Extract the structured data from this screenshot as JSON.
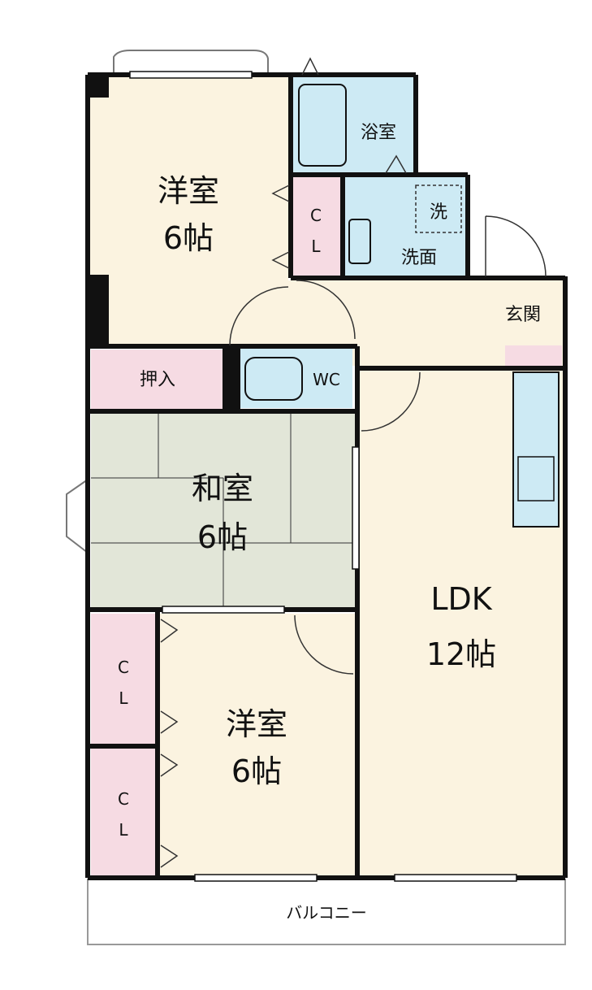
{
  "colors": {
    "western_room": "#fbf3e0",
    "japanese_room": "#e2e6d8",
    "closet": "#f6dbe3",
    "wet_area": "#cdeaf4",
    "hall": "#fbf3e0",
    "wall": "#111111"
  },
  "rooms": {
    "western_top": {
      "name": "洋室",
      "size": "6帖"
    },
    "japanese": {
      "name": "和室",
      "size": "6帖"
    },
    "western_bottom": {
      "name": "洋室",
      "size": "6帖"
    },
    "ldk": {
      "name": "LDK",
      "size": "12帖"
    }
  },
  "labels": {
    "bath": "浴室",
    "washer": "洗",
    "washroom": "洗面",
    "entrance": "玄関",
    "oshiire": "押入",
    "wc": "WC",
    "closet_c": "C",
    "closet_l": "L",
    "balcony": "バルコニー"
  }
}
